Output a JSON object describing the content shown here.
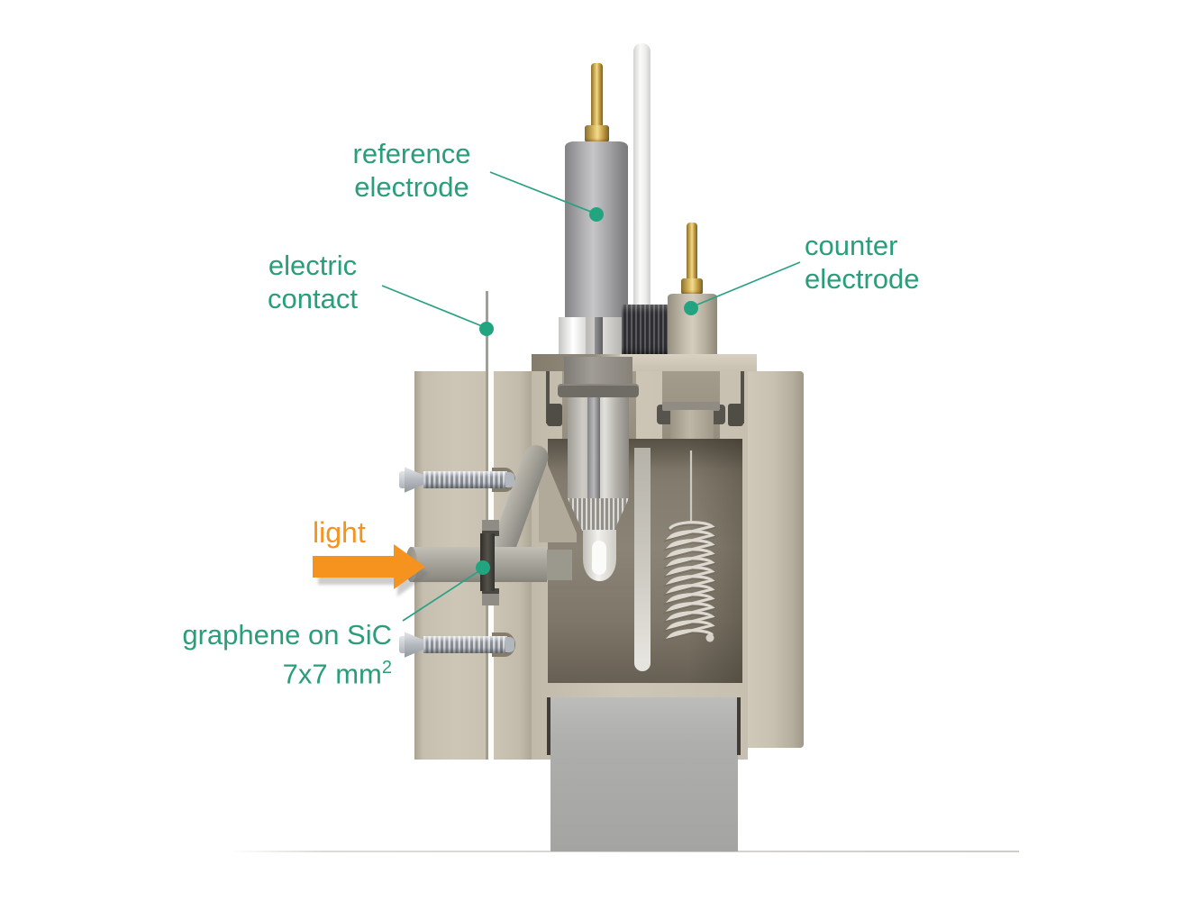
{
  "diagram": {
    "type": "annotated-3d-cutaway",
    "subject": "photoelectrochemical cell cross-section",
    "labels": {
      "reference_electrode": {
        "line1": "reference",
        "line2": "electrode"
      },
      "counter_electrode": {
        "line1": "counter",
        "line2": "electrode"
      },
      "electric_contact": {
        "line1": "electric",
        "line2": "contact"
      },
      "light": {
        "text": "light"
      },
      "graphene": {
        "line1": "graphene on SiC",
        "line2_base": "7x7 mm",
        "line2_sup": "2"
      }
    },
    "colors": {
      "label_teal": "#2a9d7b",
      "callout_line_teal": "#2aa183",
      "callout_dot_teal": "#22a481",
      "light_orange": "#f6921e",
      "body_beige": "#c9c2b2",
      "cavity_interior": "#7b7467",
      "metal_gray": "#a8a8aa",
      "brass": "#c8a54b",
      "pedestal_gray": "#adadab",
      "background": "#ffffff"
    },
    "icons": {
      "light_arrow": "right-arrow",
      "callout_marker": "callout-dot"
    }
  }
}
